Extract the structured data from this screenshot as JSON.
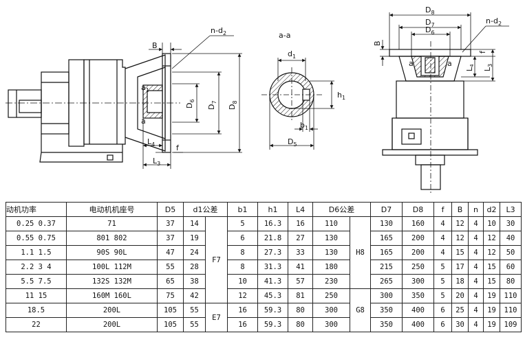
{
  "labels": {
    "B": "B",
    "n_d2": "n-d",
    "d2_sub": "2",
    "a1": "a",
    "a1_sub": "1",
    "a2": "a",
    "L4": "L",
    "L4_sub": "4",
    "L3": "L",
    "L3_sub": "3",
    "f": "f",
    "D6": "D",
    "D6_sub": "6",
    "D7": "D",
    "D7_sub": "7",
    "D8": "D",
    "D8_sub": "8",
    "section": "a-a",
    "d1": "d",
    "d1_sub": "1",
    "h1": "h",
    "h1_sub": "1",
    "b1": "b",
    "b1_sub": "1",
    "D5": "D",
    "D5_sub": "5",
    "a_left": "a",
    "a_right": "a"
  },
  "table": {
    "headers": {
      "power": "动机功率",
      "motor_frame": "电动机机座号",
      "D5": "D5",
      "d1_tol": "d1公差",
      "b1": "b1",
      "h1": "h1",
      "L4": "L4",
      "D6_tol": "D6公差",
      "D7": "D7",
      "D8": "D8",
      "f": "f",
      "B": "B",
      "n": "n",
      "d2": "d2",
      "L3": "L3"
    },
    "tolerances": {
      "d1_upper": "F7",
      "d1_lower": "E7",
      "D6_upper": "H8",
      "D6_lower": "G8"
    },
    "rows": [
      {
        "power": "0.25  0.37",
        "frame": "71",
        "D5": "37",
        "d1": "14",
        "b1": "5",
        "h1": "16.3",
        "L4": "16",
        "D6": "110",
        "D7": "130",
        "D8": "160",
        "f": "4",
        "B": "12",
        "n": "4",
        "d2": "10",
        "L3": "30"
      },
      {
        "power": "0.55  0.75",
        "frame": "801  802",
        "D5": "37",
        "d1": "19",
        "b1": "6",
        "h1": "21.8",
        "L4": "27",
        "D6": "130",
        "D7": "165",
        "D8": "200",
        "f": "4",
        "B": "12",
        "n": "4",
        "d2": "12",
        "L3": "40"
      },
      {
        "power": "1.1 1.5",
        "frame": "90S 90L",
        "D5": "47",
        "d1": "24",
        "b1": "8",
        "h1": "27.3",
        "L4": "33",
        "D6": "130",
        "D7": "165",
        "D8": "200",
        "f": "4",
        "B": "15",
        "n": "4",
        "d2": "12",
        "L3": "50"
      },
      {
        "power": "2.2 3 4",
        "frame": "100L  112M",
        "D5": "55",
        "d1": "28",
        "b1": "8",
        "h1": "31.3",
        "L4": "41",
        "D6": "180",
        "D7": "215",
        "D8": "250",
        "f": "5",
        "B": "17",
        "n": "4",
        "d2": "15",
        "L3": "60"
      },
      {
        "power": "5.5 7.5",
        "frame": "132S  132M",
        "D5": "65",
        "d1": "38",
        "b1": "10",
        "h1": "41.3",
        "L4": "57",
        "D6": "230",
        "D7": "265",
        "D8": "300",
        "f": "5",
        "B": "18",
        "n": "4",
        "d2": "15",
        "L3": "80"
      },
      {
        "power": "11 15",
        "frame": "160M  160L",
        "D5": "75",
        "d1": "42",
        "b1": "12",
        "h1": "45.3",
        "L4": "81",
        "D6": "250",
        "D7": "300",
        "D8": "350",
        "f": "5",
        "B": "20",
        "n": "4",
        "d2": "19",
        "L3": "110"
      },
      {
        "power": "18.5",
        "frame": "200L",
        "D5": "105",
        "d1": "55",
        "b1": "16",
        "h1": "59.3",
        "L4": "80",
        "D6": "300",
        "D7": "350",
        "D8": "400",
        "f": "6",
        "B": "25",
        "n": "4",
        "d2": "19",
        "L3": "110"
      },
      {
        "power": "22",
        "frame": "200L",
        "D5": "105",
        "d1": "55",
        "b1": "16",
        "h1": "59.3",
        "L4": "80",
        "D6": "300",
        "D7": "350",
        "D8": "400",
        "f": "6",
        "B": "30",
        "n": "4",
        "d2": "19",
        "L3": "109"
      }
    ]
  }
}
